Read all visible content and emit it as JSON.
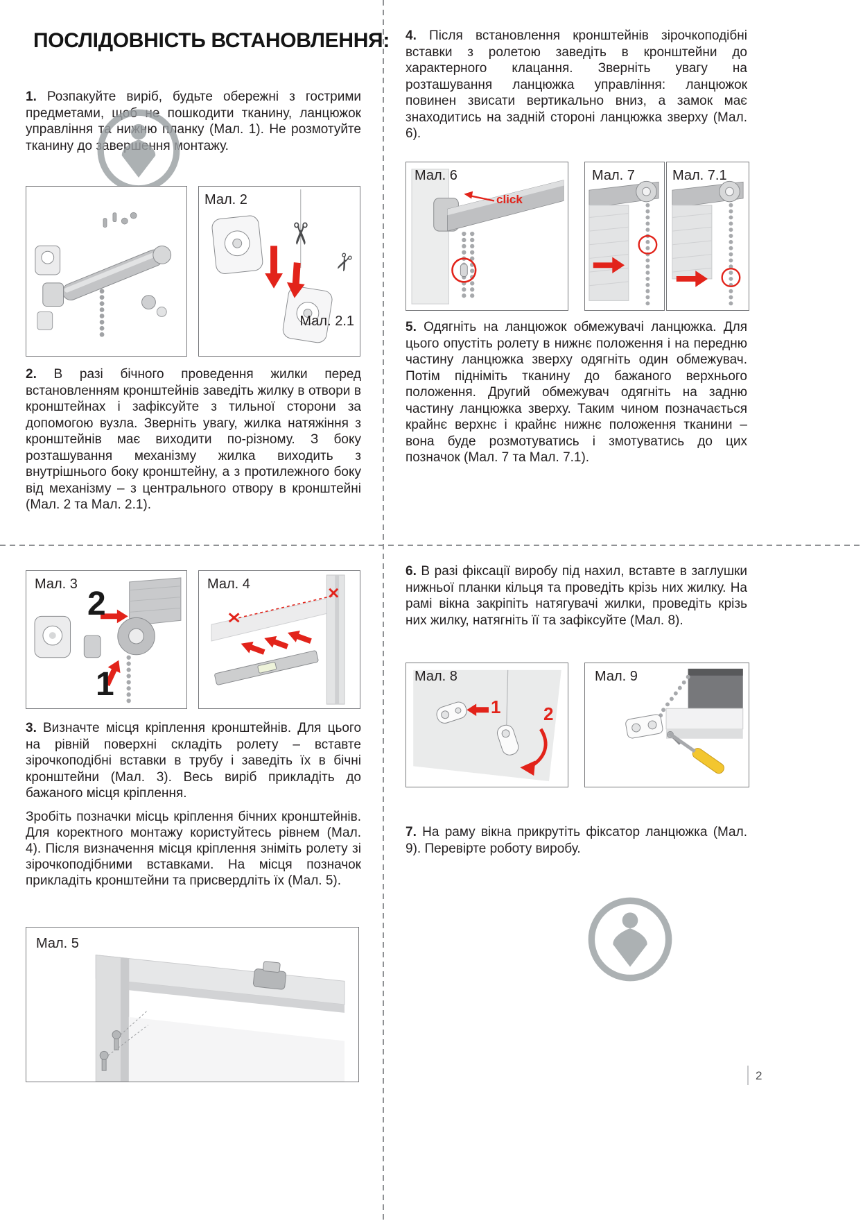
{
  "page": {
    "title": "ПОСЛІДОВНІСТЬ ВСТАНОВЛЕННЯ:",
    "number": "2"
  },
  "colors": {
    "accent_red": "#e2231a",
    "text_dark": "#231f20",
    "illustration_gray": "#a7a9ac",
    "watermark_gray": "#9ba0a3"
  },
  "steps": {
    "s1": {
      "num": "1.",
      "text": "Розпакуйте виріб, будьте обережні з гострими предметами, щоб не пошкодити тканину, ланцюжок управління та нижню планку (Мал. 1). Не розмотуйте тканину до завершення монтажу."
    },
    "s2": {
      "num": "2.",
      "text": "В разі бічного проведення жилки перед встановленням кронштейнів заведіть жилку в отвори в кронштейнах і зафіксуйте з тильної сторони за допомогою вузла. Зверніть увагу, жилка натяжіння з кронштейнів має виходити по-різному. З боку розташування механізму жилка виходить з внутрішнього боку кронштейну, а з протилежного боку від механізму – з центрального отвору в кронштейні (Мал. 2 та Мал. 2.1)."
    },
    "s3a": {
      "num": "3.",
      "text": "Визначте місця кріплення кронштейнів. Для цього на рівній поверхні складіть ролету – вставте зірочкоподібні вставки в трубу і заведіть їх в бічні кронштейни (Мал. 3). Весь виріб прикладіть до бажаного місця кріплення."
    },
    "s3b": {
      "text": "Зробіть позначки місць кріплення бічних кронштейнів. Для коректного монтажу користуйтесь рівнем (Мал. 4). Після визначення місця кріплення зніміть ролету зі зірочкоподібними вставками. На місця позначок прикладіть кронштейни та присвердліть їх (Мал. 5)."
    },
    "s4": {
      "num": "4.",
      "text": "Після встановлення кронштейнів зірочкоподібні вставки з ролетою заведіть в кронштейни до характерного клацання. Зверніть увагу на розташування ланцюжка управління: ланцюжок повинен звисати вертикально вниз, а замок має знаходитись на задній стороні ланцюжка зверху (Мал. 6)."
    },
    "s5": {
      "num": "5.",
      "text": "Одягніть на ланцюжок обмежувачі ланцюжка. Для цього опустіть ролету в нижнє положення і на передню частину ланцюжка зверху одягніть один обмежувач. Потім підніміть тканину до бажаного верхнього положення. Другий обмежувач одягніть на задню частину ланцюжка зверху. Таким чином позначається крайнє верхнє і крайнє нижнє положення тканини – вона буде розмотуватись і змотуватись до цих позначок (Мал. 7 та Мал. 7.1)."
    },
    "s6": {
      "num": "6.",
      "text": "В разі фіксації виробу під нахил, вставте в заглушки нижньої планки кільця та проведіть крізь них жилку. На рамі вікна закріпіть натягувачі жилки, проведіть крізь них жилку, натягніть її та зафіксуйте (Мал. 8)."
    },
    "s7": {
      "num": "7.",
      "text": "На раму вікна прикрутіть фіксатор ланцюжка (Мал. 9). Перевірте роботу виробу."
    }
  },
  "figures": {
    "fig2": {
      "label": "Мал. 2",
      "label21": "Мал. 2.1"
    },
    "fig3": {
      "label": "Мал. 3",
      "mark_top": "2",
      "mark_bottom": "1"
    },
    "fig4": {
      "label": "Мал. 4"
    },
    "fig5": {
      "label": "Мал. 5"
    },
    "fig6": {
      "label": "Мал. 6",
      "click": "click"
    },
    "fig7": {
      "label": "Мал. 7"
    },
    "fig71": {
      "label": "Мал. 7.1"
    },
    "fig8": {
      "label": "Мал. 8",
      "mark1": "1",
      "mark2": "2"
    },
    "fig9": {
      "label": "Мал. 9"
    }
  }
}
